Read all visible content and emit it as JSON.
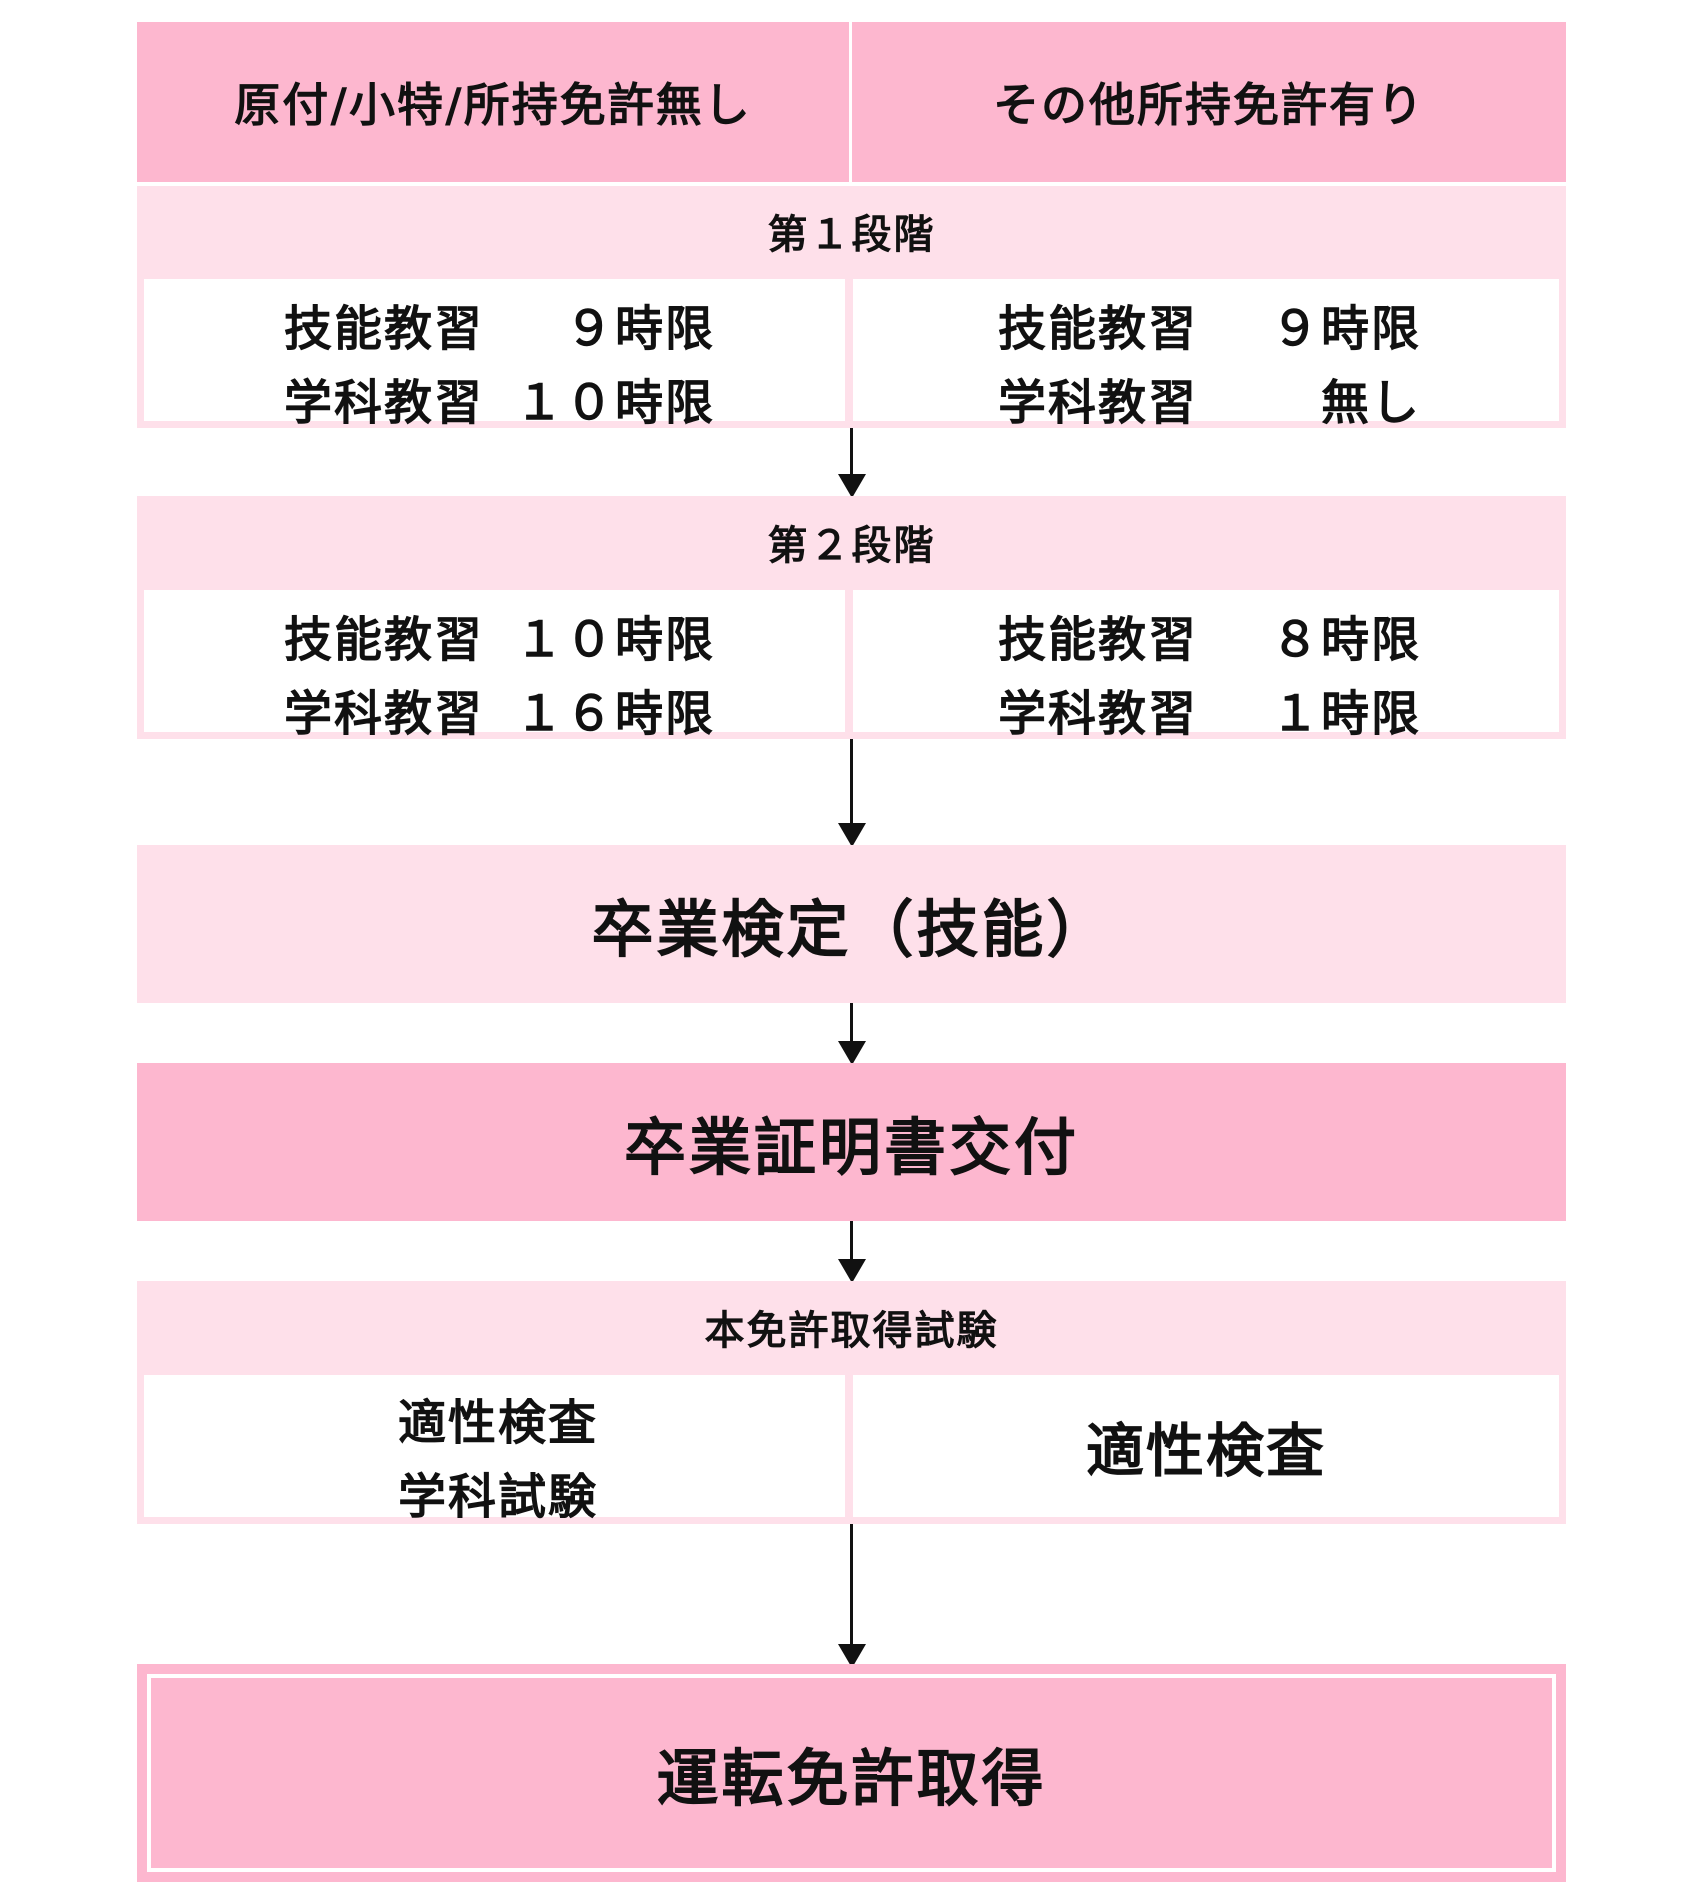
{
  "header": {
    "left": "原付/小特/所持免許無し",
    "right": "その他所持免許有り"
  },
  "stage1": {
    "title": "第１段階",
    "left": [
      {
        "subject": "技能教習",
        "value": "９時限"
      },
      {
        "subject": "学科教習",
        "value": "１０時限"
      }
    ],
    "right": [
      {
        "subject": "技能教習",
        "value": "９時限"
      },
      {
        "subject": "学科教習",
        "value": "無し"
      }
    ]
  },
  "stage2": {
    "title": "第２段階",
    "left": [
      {
        "subject": "技能教習",
        "value": "１０時限"
      },
      {
        "subject": "学科教習",
        "value": "１６時限"
      }
    ],
    "right": [
      {
        "subject": "技能教習",
        "value": "８時限"
      },
      {
        "subject": "学科教習",
        "value": "１時限"
      }
    ]
  },
  "graduation_exam": "卒業検定（技能）",
  "certificate": "卒業証明書交付",
  "license_exam": {
    "title": "本免許取得試験",
    "left": [
      "適性検査",
      "学科試験"
    ],
    "right": "適性検査"
  },
  "final": "運転免許取得",
  "colors": {
    "pink_dark": "#fdb7cf",
    "pink_light": "#fee0ea",
    "white": "#ffffff",
    "text": "#111111"
  }
}
